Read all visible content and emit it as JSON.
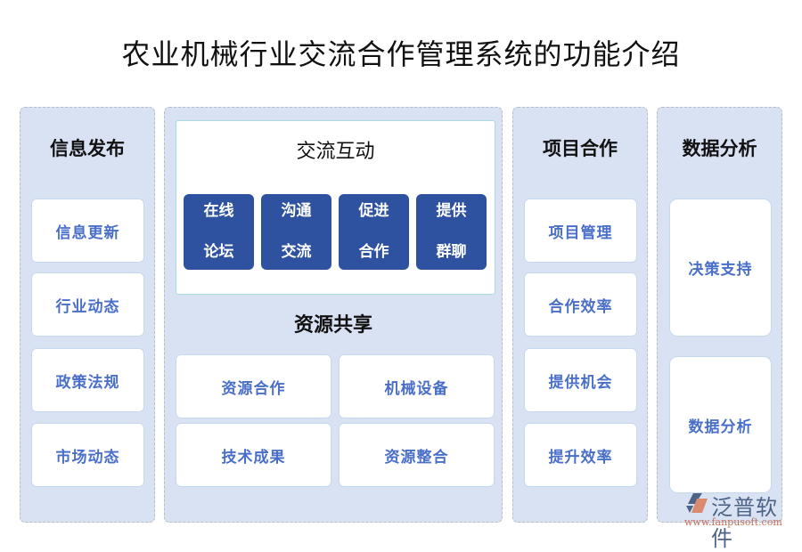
{
  "title": "农业机械行业交流合作管理系统的功能介绍",
  "columns": {
    "info": {
      "heading": "信息发布",
      "items": [
        "信息更新",
        "行业动态",
        "政策法规",
        "市场动态"
      ]
    },
    "exchange": {
      "interaction": {
        "heading": "交流互动",
        "buttons": [
          "在线论坛",
          "沟通交流",
          "促进合作",
          "提供群聊"
        ]
      },
      "sharing": {
        "heading": "资源共享",
        "items": [
          "资源合作",
          "机械设备",
          "技术成果",
          "资源整合"
        ]
      }
    },
    "project": {
      "heading": "项目合作",
      "items": [
        "项目管理",
        "合作效率",
        "提供机会",
        "提升效率"
      ]
    },
    "data": {
      "heading": "数据分析",
      "items": [
        "决策支持",
        "数据分析"
      ]
    }
  },
  "watermark": {
    "brand": "泛普软件",
    "url": "www.fanpusoft.com"
  },
  "colors": {
    "column_bg": "#d9e2f3",
    "card_text": "#4a6fc9",
    "button_bg": "#2e52a0",
    "heading_text": "#111111"
  }
}
